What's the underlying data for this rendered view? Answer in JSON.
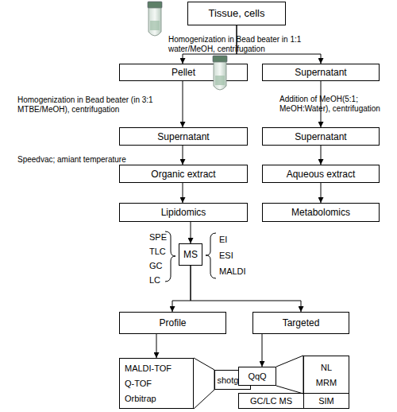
{
  "diagram": {
    "nodes": [
      {
        "text": [
          "Tissue, cells"
        ]
      },
      {
        "text": [
          "Pellet"
        ]
      },
      {
        "text": [
          "Supernatant"
        ]
      },
      {
        "text": [
          "Supernatant"
        ]
      },
      {
        "text": [
          "Supernatant"
        ]
      },
      {
        "text": [
          "Organic extract"
        ]
      },
      {
        "text": [
          "Aqueous extract"
        ]
      },
      {
        "text": [
          "Lipidomics"
        ]
      },
      {
        "text": [
          "Metabolomics"
        ]
      },
      {
        "text": [
          "MS"
        ]
      },
      {
        "text": [
          "Profile"
        ]
      },
      {
        "text": [
          "Targeted"
        ]
      },
      {
        "text": [
          "MALDI-TOF",
          "Q-TOF",
          "Orbitrap"
        ]
      },
      {
        "text": [
          "shotgun"
        ]
      },
      {
        "text": [
          "QqQ"
        ]
      },
      {
        "text": [
          "NL",
          "MRM"
        ]
      },
      {
        "text": [
          "SIM"
        ]
      },
      {
        "text": [
          "GC/LC MS"
        ]
      }
    ],
    "edges": [
      {
        "from": 0,
        "to": 1,
        "arrow": "to"
      },
      {
        "from": 0,
        "to": 2,
        "arrow": "to"
      },
      {
        "from": 1,
        "to": 3,
        "arrow": "to"
      },
      {
        "from": 2,
        "to": 4,
        "arrow": "to"
      },
      {
        "from": 3,
        "to": 5,
        "arrow": "to"
      },
      {
        "from": 4,
        "to": 6,
        "arrow": "to"
      },
      {
        "from": 5,
        "to": 7,
        "arrow": "to"
      },
      {
        "from": 6,
        "to": 8,
        "arrow": "to"
      },
      {
        "from": 7,
        "to": 9,
        "arrow": "to"
      },
      {
        "from": 9,
        "to": 10,
        "arrow": "to"
      },
      {
        "from": 9,
        "to": 11,
        "arrow": "to"
      },
      {
        "from": 10,
        "to": 12,
        "arrow": "to"
      },
      {
        "from": 11,
        "to": 14,
        "arrow": "to"
      },
      {
        "from": 12,
        "to": 13,
        "arrow": "none"
      },
      {
        "from": 14,
        "to": 15,
        "arrow": "none"
      }
    ],
    "labels": [
      "Homogenization in Bead beater in 1:1 water/MeOH, centrifugation",
      "Homogenization in Bead beater (in 3:1 MTBE/MeOH), centrifugation",
      "Addition of MeOH(5:1; MeOH:Water), centrifugation",
      "Speedvac; amiant temperature",
      "SPE",
      "TLC",
      "GC",
      "LC",
      "EI",
      "ESI",
      "MALDI"
    ]
  }
}
